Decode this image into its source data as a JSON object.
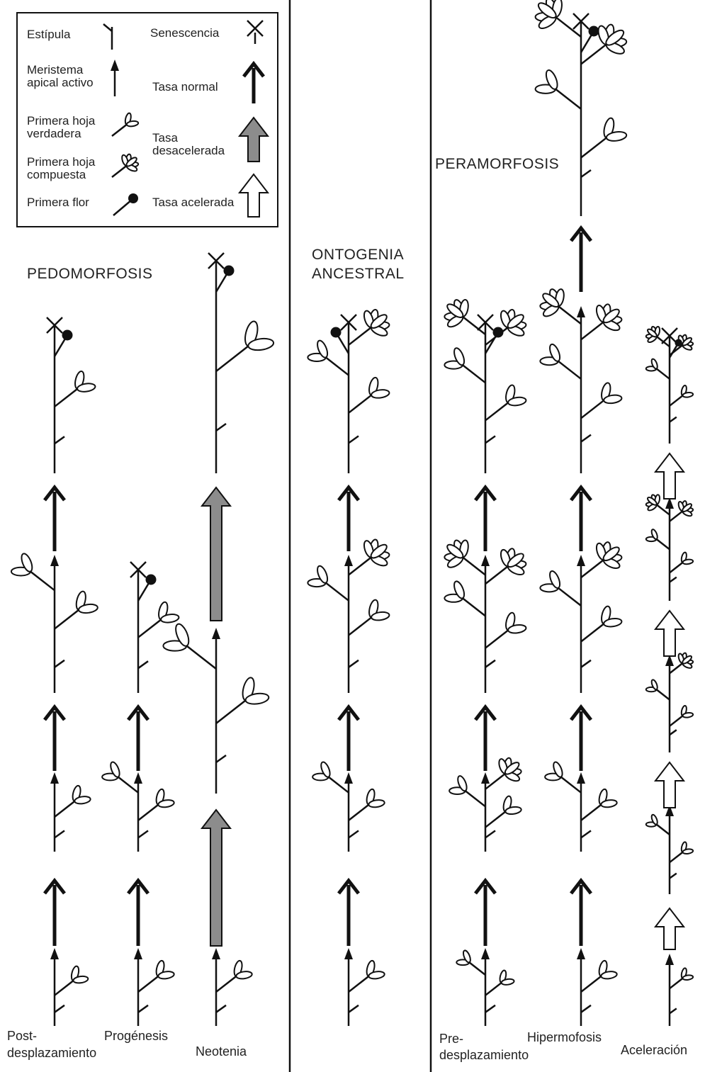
{
  "legend": {
    "stipule": "Estípula",
    "senescence": "Senescencia",
    "meristem": [
      "Meristema",
      "apical activo"
    ],
    "normal_rate": "Tasa normal",
    "first_true_leaf": [
      "Primera hoja",
      "verdadera"
    ],
    "decelerated_rate": [
      "Tasa",
      "desacelerada"
    ],
    "first_compound_leaf": [
      "Primera hoja",
      "compuesta"
    ],
    "first_flower": "Primera flor",
    "accelerated_rate": "Tasa acelerada"
  },
  "sections": {
    "pedomorphosis": "PEDOMORFOSIS",
    "ancestral": [
      "ONTOGENIA",
      "ANCESTRAL"
    ],
    "peramorphosis": "PERAMORFOSIS"
  },
  "columns": {
    "post_displacement": [
      "Post-",
      "desplazamiento"
    ],
    "progenesis": "Progénesis",
    "neoteny": "Neotenia",
    "pre_displacement": [
      "Pre-",
      "desplazamiento"
    ],
    "hypermorphosis": "Hipermofosis",
    "acceleration": "Aceleración"
  },
  "colors": {
    "ink": "#111111",
    "decelerated_fill": "#8c8c8c",
    "accelerated_fill": "#ffffff"
  }
}
